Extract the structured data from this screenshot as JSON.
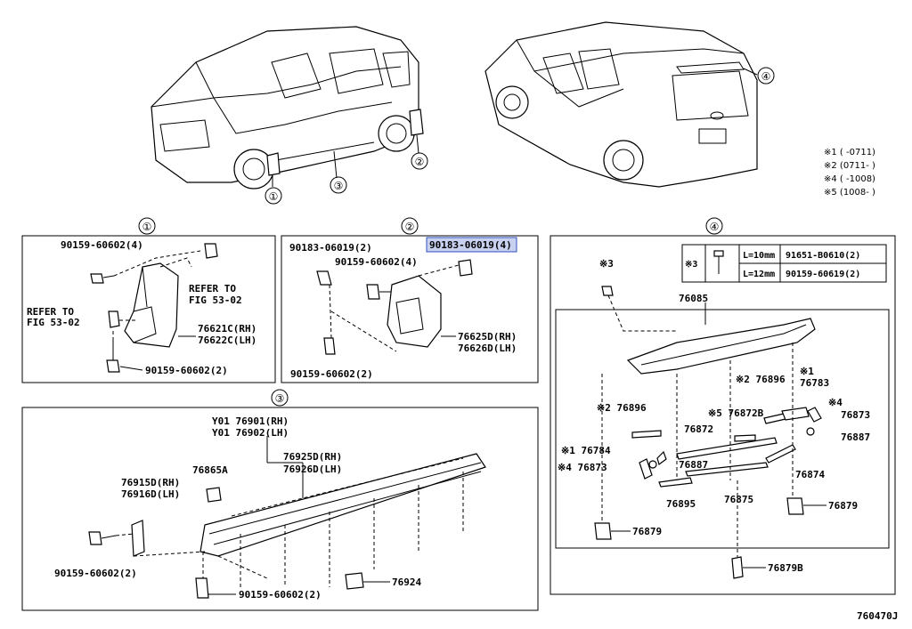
{
  "callouts": {
    "c1": "①",
    "c2": "②",
    "c3": "③",
    "c4": "④"
  },
  "notes": {
    "n1": "※1 (      -0711)",
    "n2": "※2 (0711-       )",
    "n4": "※4 (      -1008)",
    "n5": "※5 (1008-       )"
  },
  "s1": {
    "bolt_top": "90159-60602(4)",
    "refer_right_1": "REFER TO",
    "refer_right_2": "FIG 53-02",
    "refer_left_1": "REFER TO",
    "refer_left_2": "FIG 53-02",
    "flap_rh": "76621C(RH)",
    "flap_lh": "76622C(LH)",
    "bolt_bottom": "90159-60602(2)"
  },
  "s2": {
    "clip_left": "90183-06019(2)",
    "clip_right": "90183-06019(4)",
    "bolt_top": "90159-60602(4)",
    "flap_rh": "76625D(RH)",
    "flap_lh": "76626D(LH)",
    "bolt_bottom": "90159-60602(2)"
  },
  "s3": {
    "sill_rh": "Y01 76901(RH)",
    "sill_lh": "Y01 76902(LH)",
    "clip": "76865A",
    "mold_rh": "76925D(RH)",
    "mold_lh": "76926D(LH)",
    "bracket_rh": "76915D(RH)",
    "bracket_lh": "76916D(LH)",
    "bolt_left": "90159-60602(2)",
    "bolt_bottom": "90159-60602(2)",
    "nut": "76924"
  },
  "s4": {
    "table_mark": "※3",
    "row1_len": "L=10mm",
    "row1_part": "91651-B0610(2)",
    "row2_len": "L=12mm",
    "row2_part": "90159-60619(2)",
    "screw_mark": "※3",
    "spoiler": "76085",
    "p76896a": "※2 76896",
    "p76783": "※1",
    "p76783b": "76783",
    "p76896b": "※2 76896",
    "p76872b": "※5 76872B",
    "p76873a": "※4",
    "p76873a2": "76873",
    "p76872": "76872",
    "p76887a": "76887",
    "p76784": "※1 76784",
    "p76873b": "※4 76873",
    "p76887b": "76887",
    "p76874": "76874",
    "p76895": "76895",
    "p76875": "76875",
    "p76879a": "76879",
    "p76879b": "76879",
    "p76879B": "76879B"
  },
  "footer": "760470J"
}
